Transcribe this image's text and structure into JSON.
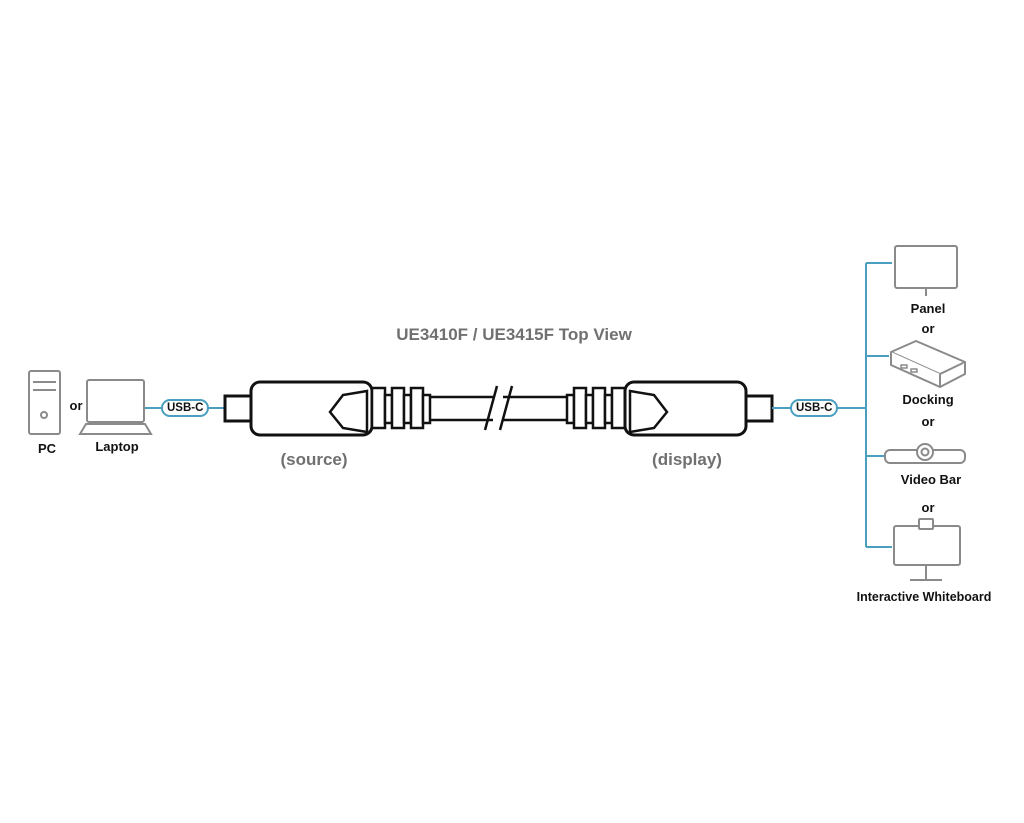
{
  "title": "UE3410F / UE3415F Top View",
  "source_label": "(source)",
  "display_label": "(display)",
  "left_devices": {
    "pc": "PC",
    "or": "or",
    "laptop": "Laptop"
  },
  "connector_left": "USB-C",
  "connector_right": "USB-C",
  "right_devices": {
    "panel": "Panel",
    "or1": "or",
    "docking": "Docking",
    "or2": "or",
    "video_bar": "Video Bar",
    "or3": "or",
    "whiteboard": "Interactive Whiteboard"
  },
  "colors": {
    "link_line": "#4a9fc0",
    "stroke": "#111111",
    "device_stroke": "#8a8a8a",
    "grey_text": "#707070"
  },
  "icons": [
    "pc-tower-icon",
    "laptop-icon",
    "monitor-icon",
    "docking-station-icon",
    "video-bar-icon",
    "whiteboard-icon"
  ]
}
